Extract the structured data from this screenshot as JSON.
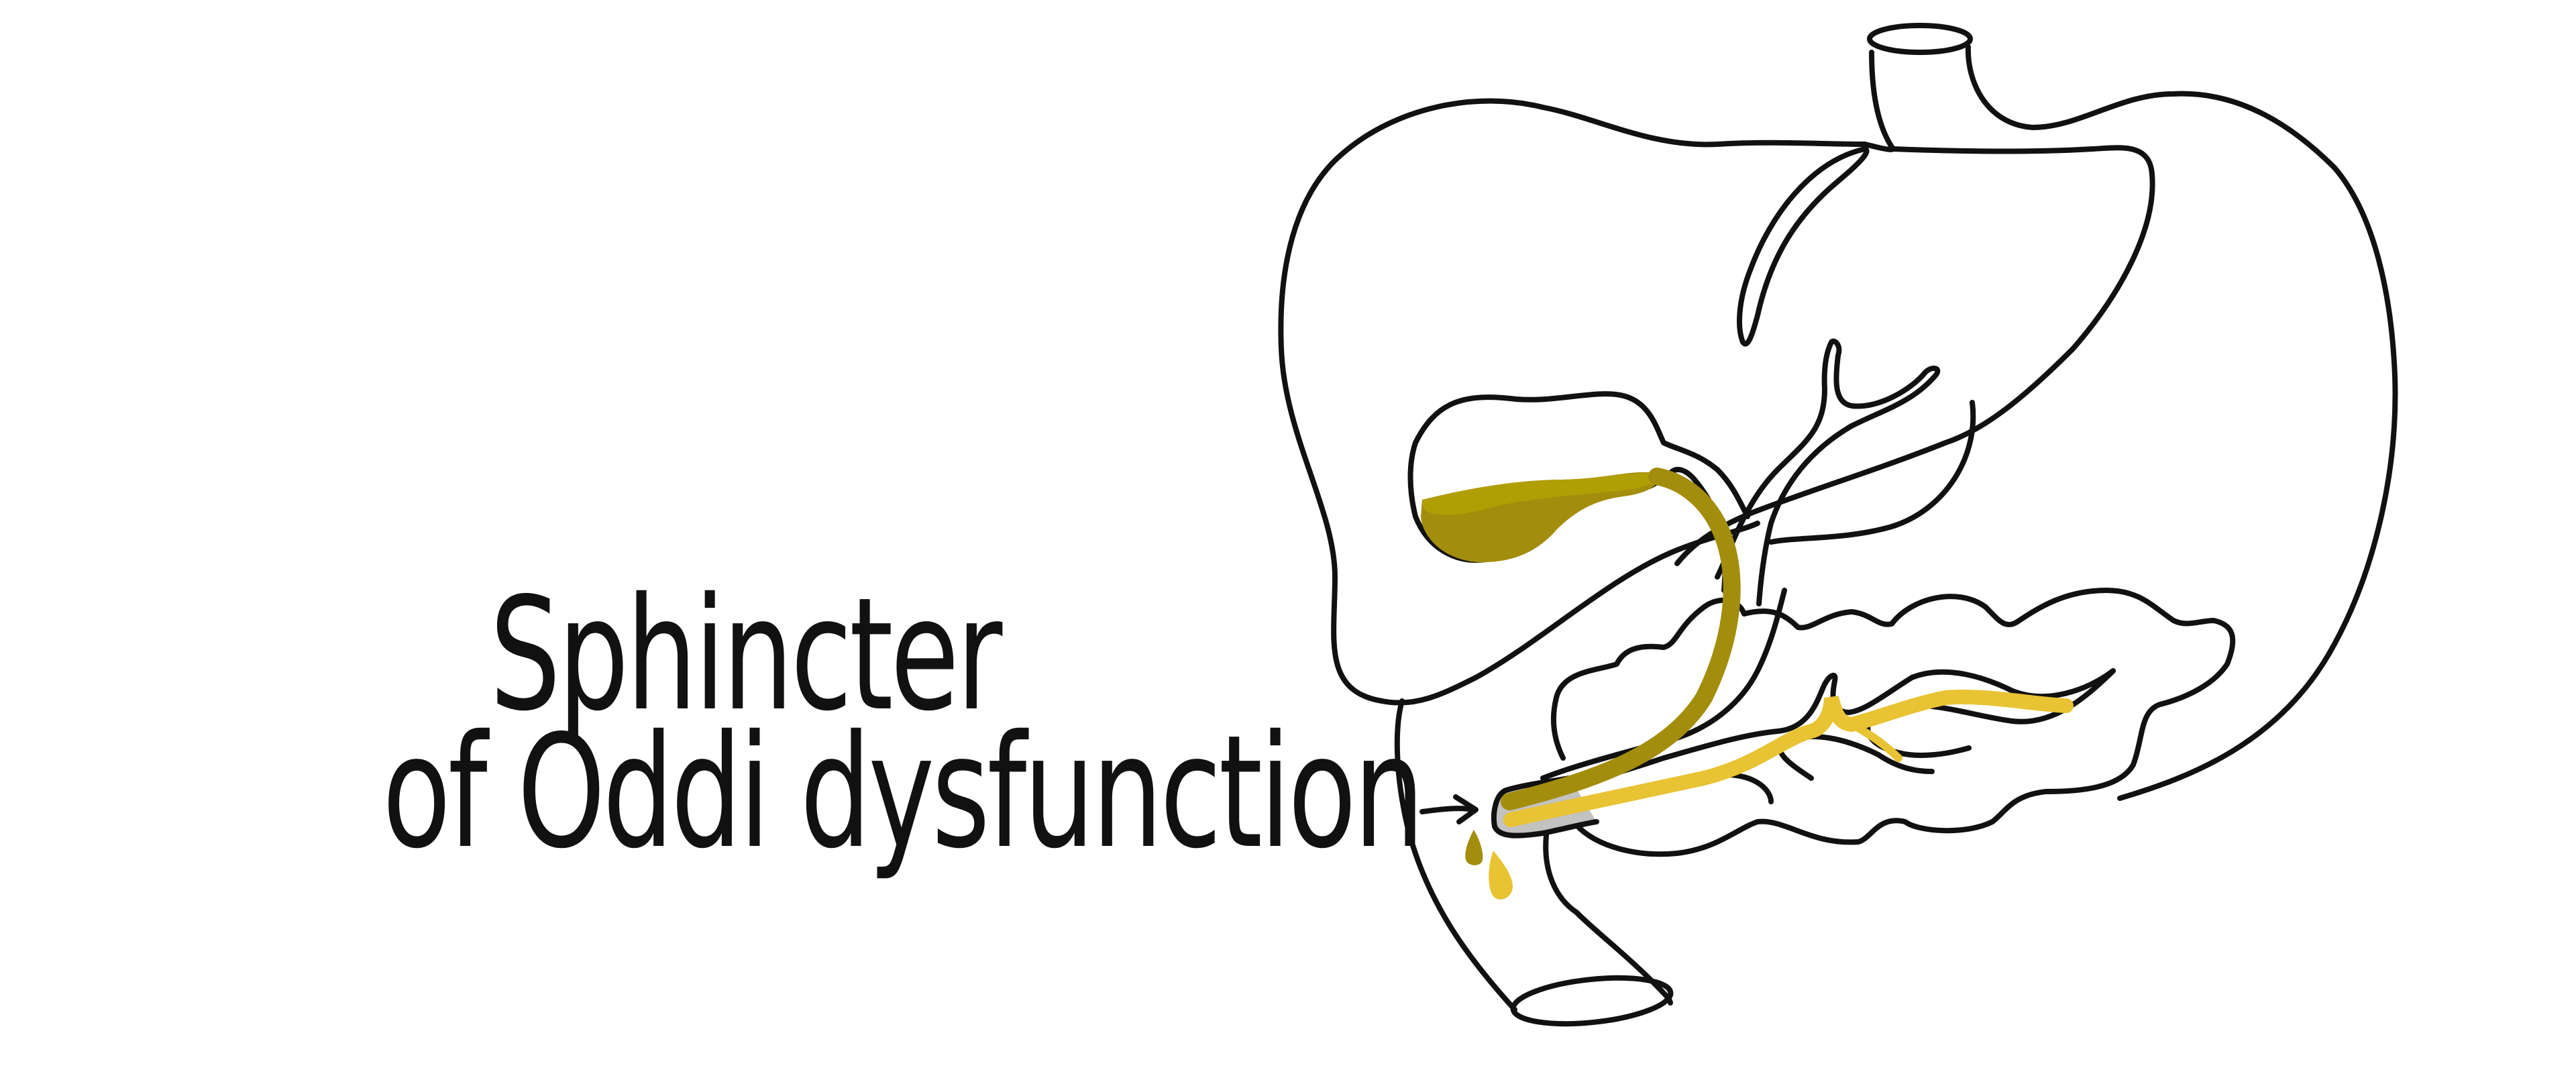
{
  "title": {
    "line1": "Sphincter",
    "line2": "of Oddi dysfunction"
  },
  "illustration": {
    "subject": "digestive organs: liver, stomach, gallbladder, bile duct, pancreas, duodenum",
    "labels": [],
    "colors": {
      "outline": "#111111",
      "bile": "#a38d0c",
      "bile_light": "#b09e05",
      "pancreatic_juice": "#e8c333",
      "sphincter": "#c2c2c0",
      "background": "#ffffff"
    },
    "icons": [
      "arrow-right-icon",
      "bile-drop-icon",
      "pancreatic-drop-icon"
    ]
  }
}
